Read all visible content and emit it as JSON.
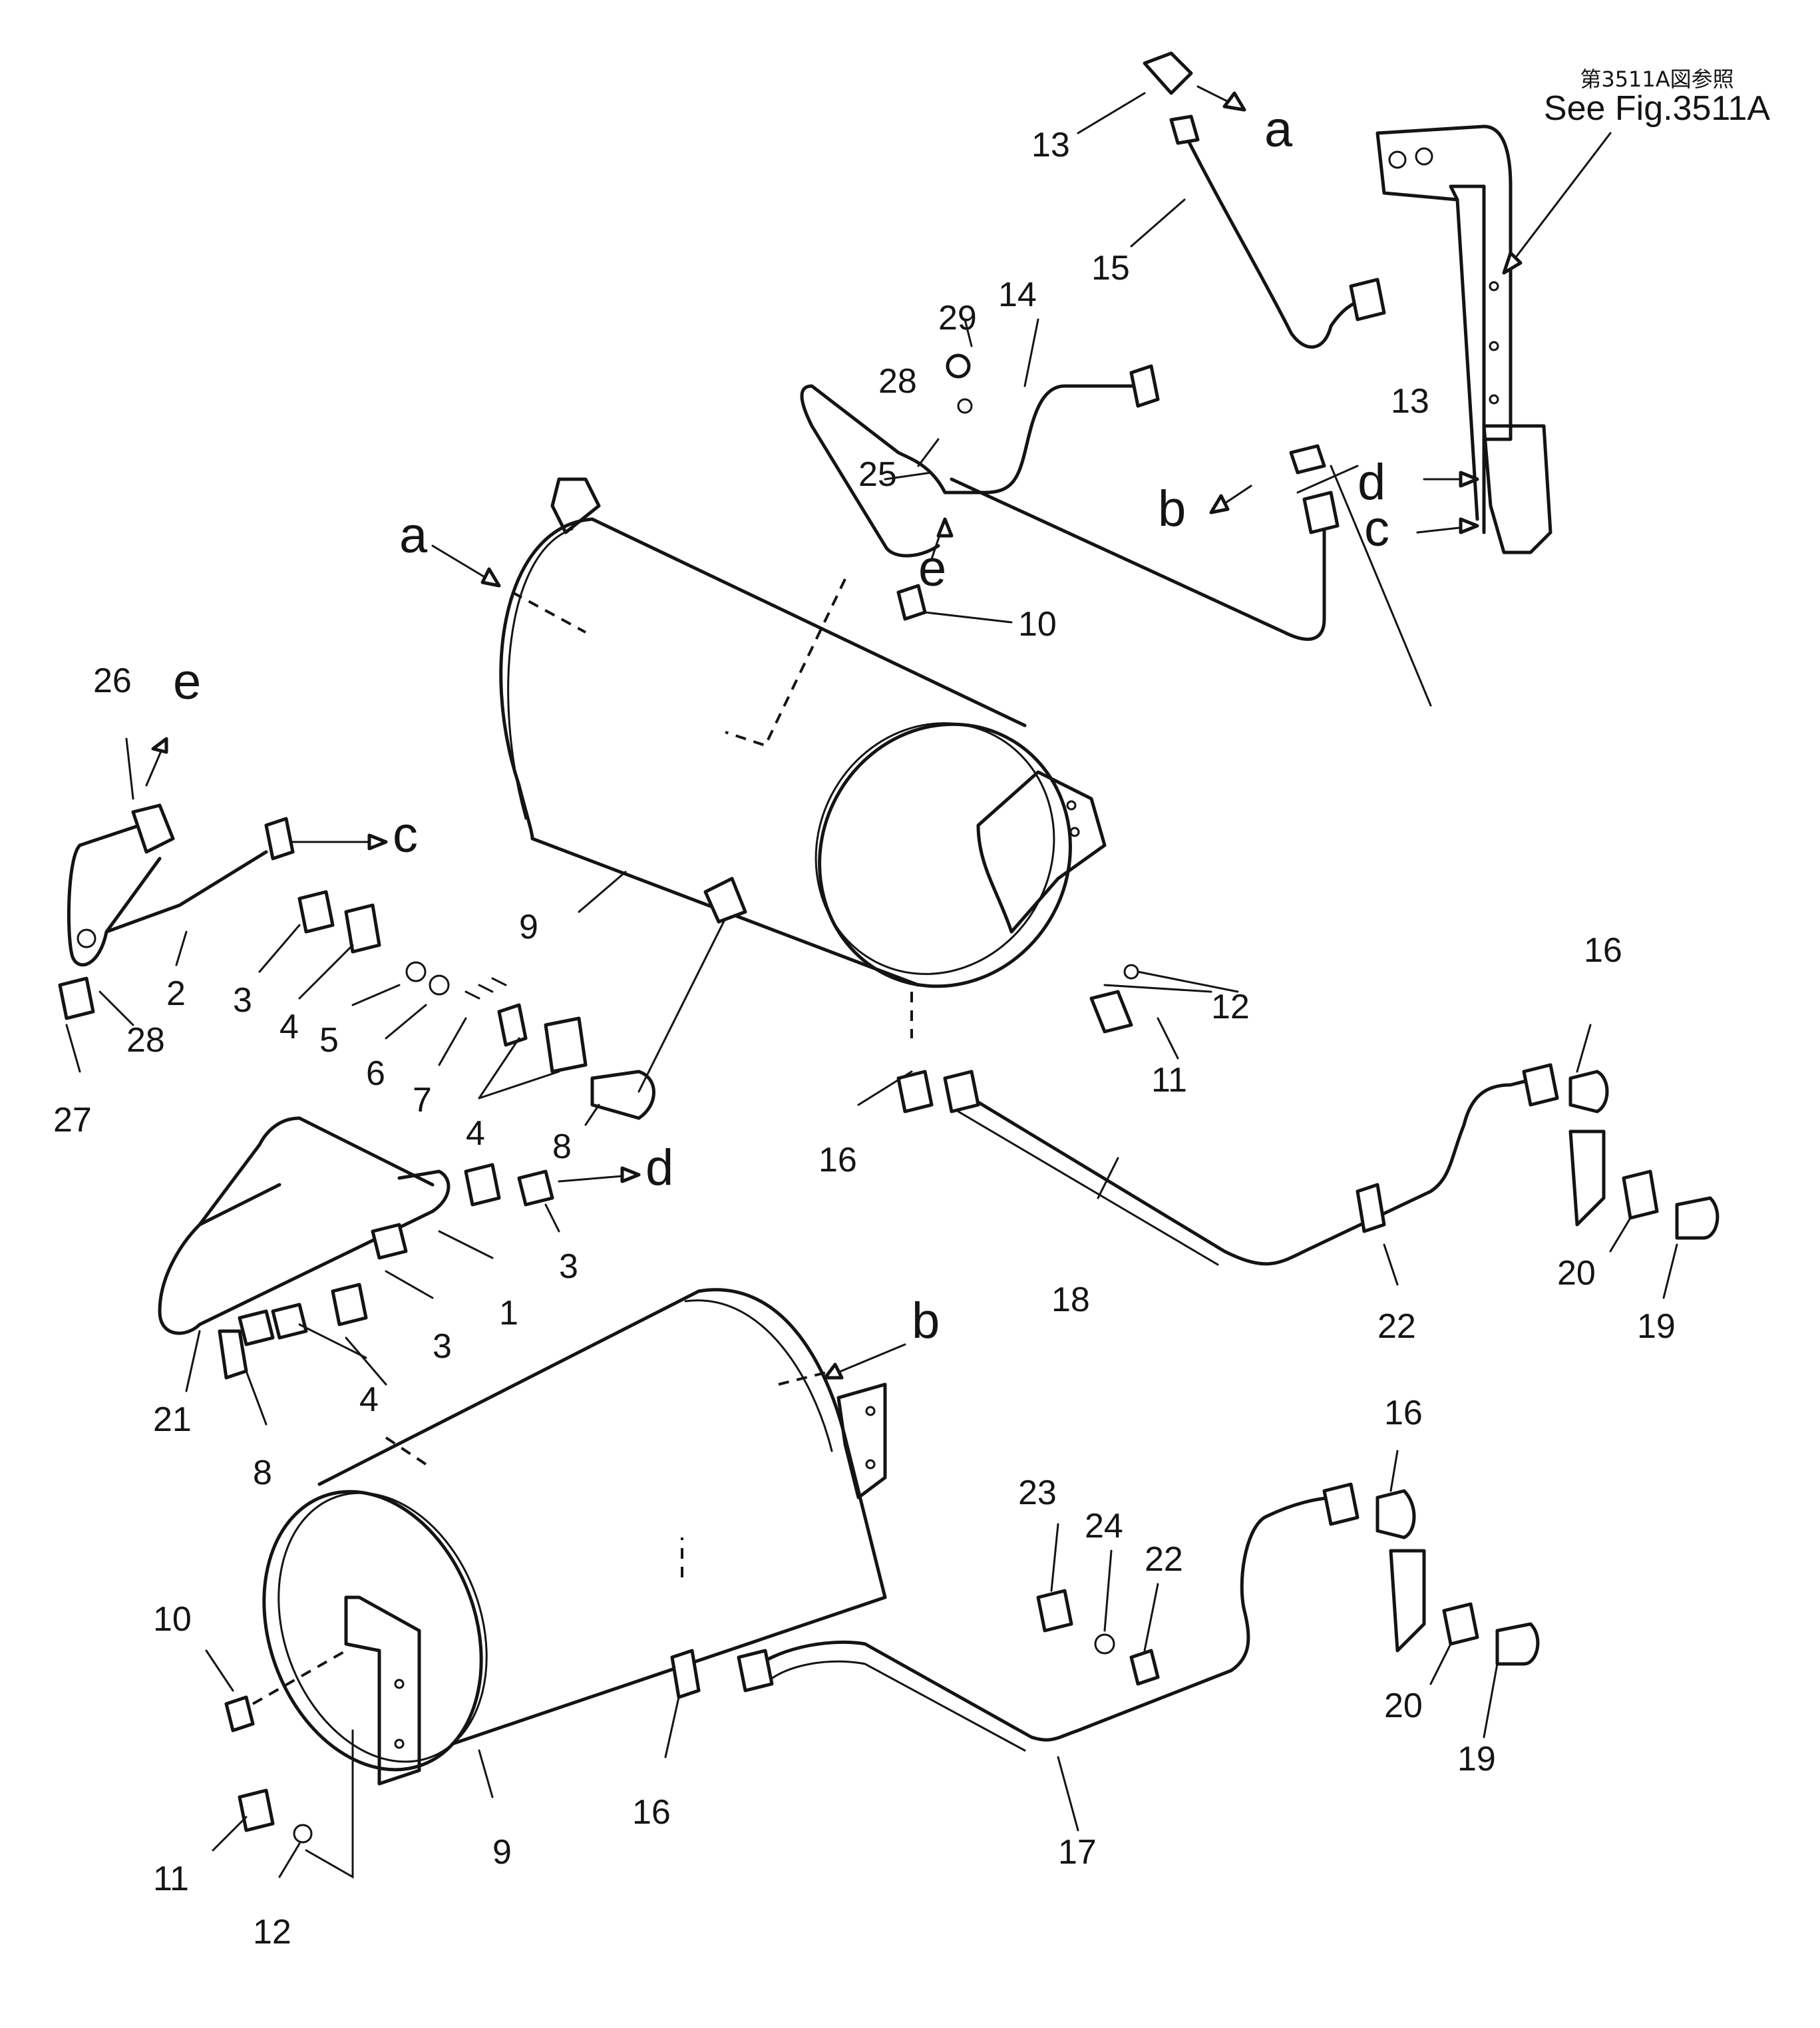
{
  "reference": {
    "jp": "第3511A図参照",
    "en": "See Fig.3511A"
  },
  "callouts": {
    "n1": "1",
    "n2": "2",
    "n3": "3",
    "n4": "4",
    "n5": "5",
    "n6": "6",
    "n7": "7",
    "n8": "8",
    "n9": "9",
    "n10": "10",
    "n11": "11",
    "n12": "12",
    "n13": "13",
    "n14": "14",
    "n15": "15",
    "n16": "16",
    "n17": "17",
    "n18": "18",
    "n19": "19",
    "n20": "20",
    "n21": "21",
    "n22": "22",
    "n23": "23",
    "n24": "24",
    "n25": "25",
    "n26": "26",
    "n27": "27",
    "n28": "28",
    "n29": "29"
  },
  "connections": {
    "a": "a",
    "b": "b",
    "c": "c",
    "d": "d",
    "e": "e"
  }
}
